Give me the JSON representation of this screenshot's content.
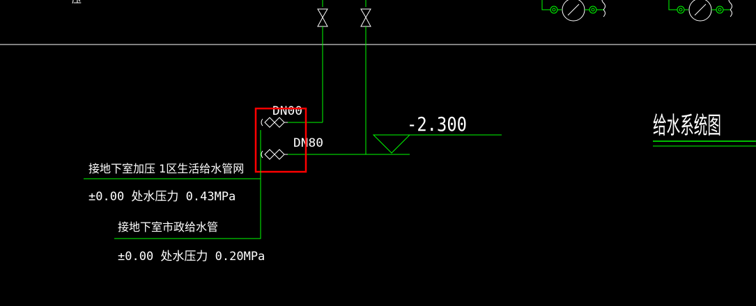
{
  "title": "给水系统图",
  "elevation": "-2.300",
  "pipe_labels": {
    "upper": "DN00",
    "lower": "DN80"
  },
  "supply_1": {
    "label": "接地下室加压  1区生活给水管网",
    "pressure": "±0.00   处水压力 0.43MPa"
  },
  "supply_2": {
    "label": "接地下室市政给水管",
    "pressure": "±0.00   处水压力 0.20MPa"
  },
  "top_left_fragment": "压",
  "colors": {
    "pipe": "#00ff00",
    "text": "#ffffff",
    "highlight": "#ff0000",
    "background": "#000000"
  }
}
